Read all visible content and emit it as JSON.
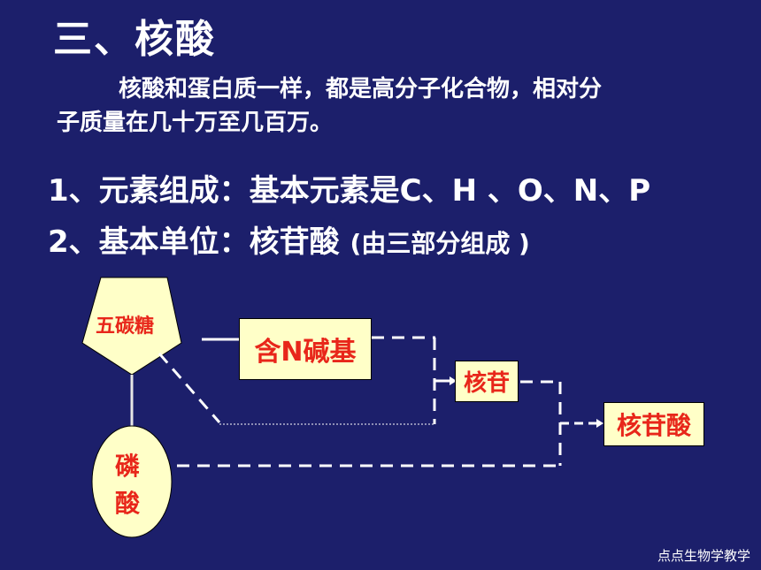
{
  "title": "三、核酸",
  "intro": {
    "line1": "核酸和蛋白质一样，都是高分子化合物，相对分",
    "line2": "子质量在几十万至几百万。"
  },
  "points": [
    {
      "text": "1、元素组成：基本元素是C、H 、O、N、P"
    },
    {
      "text": "2、基本单位：核苷酸",
      "note": "(由三部分组成 )"
    }
  ],
  "diagram": {
    "sugar": "五碳糖",
    "base": "含N碱基",
    "nucleoside": "核苷",
    "nucleotide": "核苷酸",
    "phosphate": [
      "磷",
      "酸"
    ],
    "shape_fill": "#ffffc8",
    "label_color": "#e8261a"
  },
  "credit": "点点生物学教学"
}
